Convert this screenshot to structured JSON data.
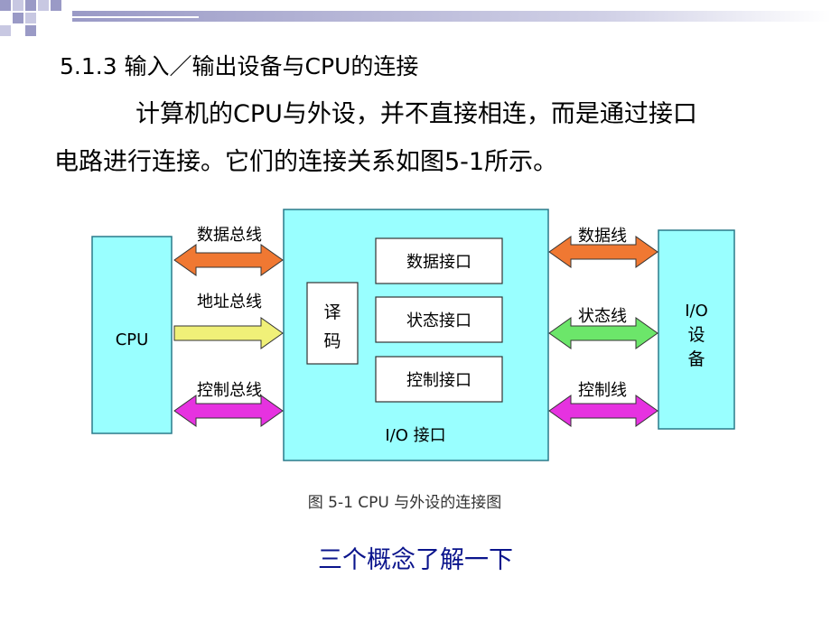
{
  "heading": "5.1.3  输入／输出设备与CPU的连接",
  "paragraph": {
    "line1": "计算机的CPU与外设，并不直接相连，而是通过接口",
    "line2": "电路进行连接。它们的连接关系如图5-1所示。"
  },
  "diagram": {
    "cpu_label": "CPU",
    "interface_label": "I/O 接口",
    "decoder_label_top": "译",
    "decoder_label_bottom": "码",
    "ports": [
      "数据接口",
      "状态接口",
      "控制接口"
    ],
    "left_buses": [
      {
        "label": "数据总线",
        "color": "#f07832"
      },
      {
        "label": "地址总线",
        "color": "#f0f078"
      },
      {
        "label": "控制总线",
        "color": "#e632e0"
      }
    ],
    "right_lines": [
      {
        "label": "数据线",
        "color": "#f07832"
      },
      {
        "label": "状态线",
        "color": "#6ce66a"
      },
      {
        "label": "控制线",
        "color": "#e632e0"
      }
    ],
    "device_label_line1": "I/O",
    "device_label_line2": "设",
    "device_label_line3": "备",
    "caption": "图 5-1  CPU 与外设的连接图",
    "box_fill": "#99ffff",
    "box_stroke": "#2a7a8a"
  },
  "footer": "三个概念了解一下"
}
